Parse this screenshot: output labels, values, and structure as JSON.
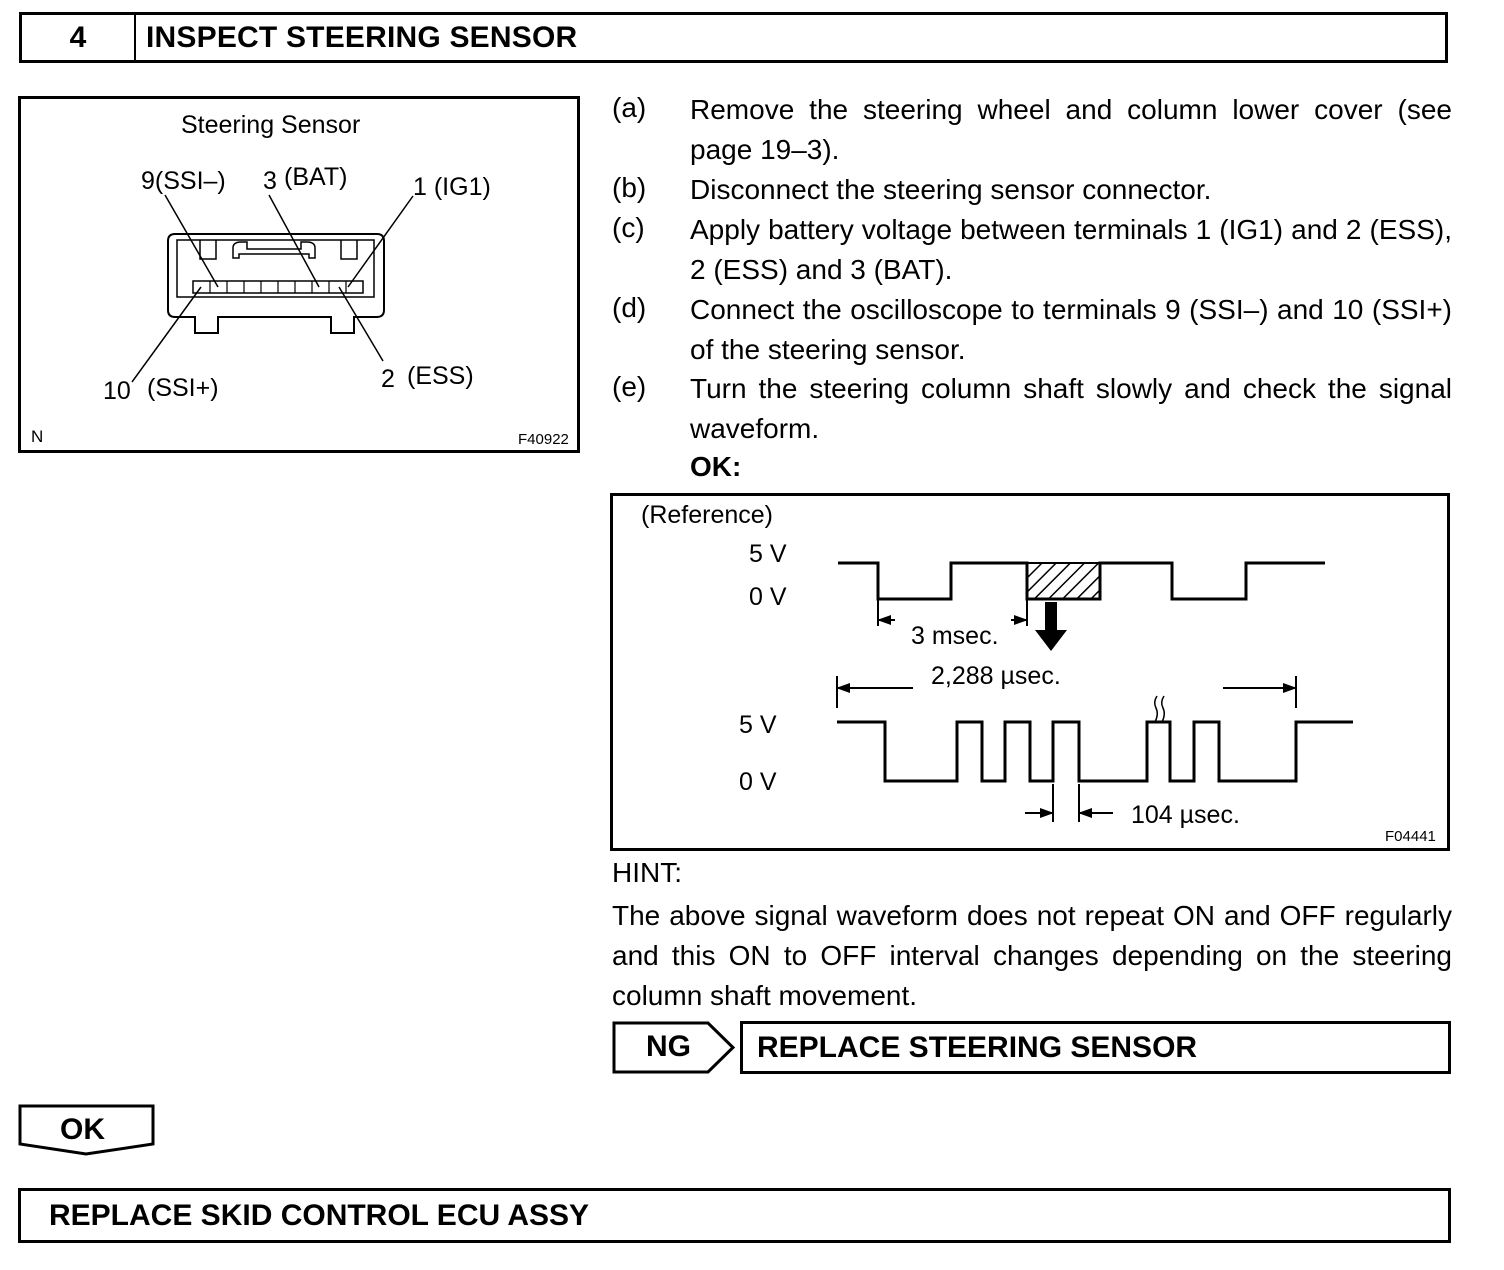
{
  "step": {
    "number": "4",
    "title": "INSPECT STEERING SENSOR"
  },
  "connector_figure": {
    "title": "Steering Sensor",
    "pin_9": "9(SSI–)",
    "pin_3_num": "3",
    "pin_3_name": "(BAT)",
    "pin_1": "1 (IG1)",
    "pin_10_num": "10",
    "pin_10_name": "(SSI+)",
    "pin_2_num": "2",
    "pin_2_name": "(ESS)",
    "corner_mark": "N",
    "figure_id": "F40922"
  },
  "steps": [
    {
      "letter": "(a)",
      "text": "Remove the steering wheel and column lower cover (see page 19–3)."
    },
    {
      "letter": "(b)",
      "text": "Disconnect the steering sensor connector."
    },
    {
      "letter": "(c)",
      "text": "Apply battery voltage between terminals 1 (IG1) and 2 (ESS), 2 (ESS) and 3 (BAT)."
    },
    {
      "letter": "(d)",
      "text": "Connect the oscilloscope to terminals 9 (SSI–) and 10 (SSI+) of the steering sensor."
    },
    {
      "letter": "(e)",
      "text": "Turn the steering column shaft slowly and check the signal waveform."
    }
  ],
  "ok_heading": "OK:",
  "waveform_figure": {
    "reference": "(Reference)",
    "top_5v": "5 V",
    "top_0v": "0 V",
    "period_label": "3 msec.",
    "frame_label": "2,288 µsec.",
    "bottom_5v": "5 V",
    "bottom_0v": "0 V",
    "bit_label": "104 µsec.",
    "figure_id": "F04441"
  },
  "hint": {
    "label": "HINT:",
    "text": "The above signal waveform does not repeat ON and OFF regularly and this ON to OFF interval changes depending on the steering column shaft movement."
  },
  "ng_result": {
    "tag": "NG",
    "action": "REPLACE STEERING SENSOR"
  },
  "ok_result": {
    "tag": "OK",
    "action": "REPLACE SKID CONTROL ECU ASSY"
  }
}
